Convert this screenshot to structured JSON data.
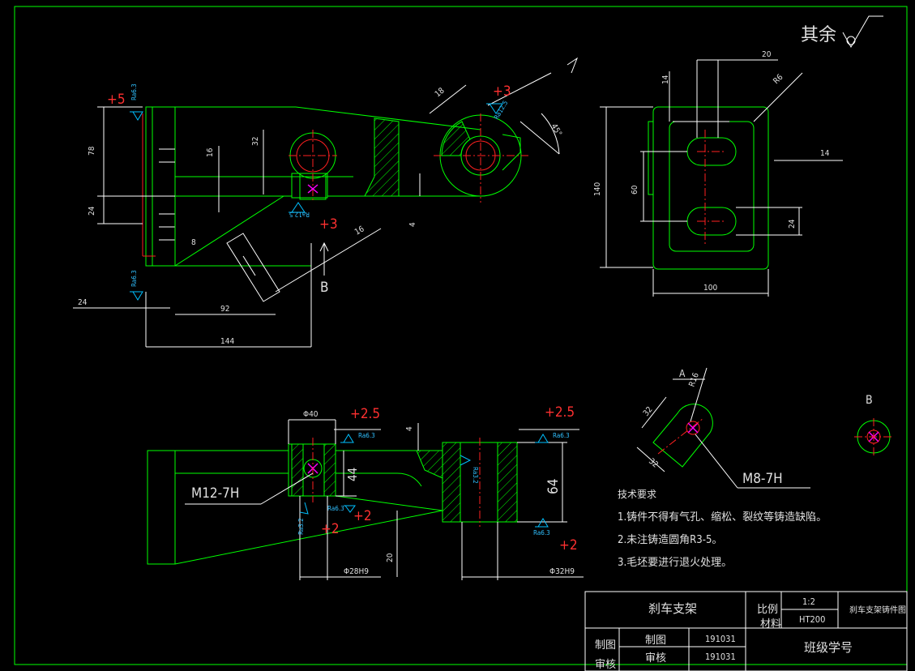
{
  "surface_finish": {
    "label": "其余",
    "symbol": "machining-symbol"
  },
  "colors": {
    "outline": "#00ff00",
    "dimension": "#ffffff",
    "centerline": "#ff2020",
    "roughness": "#00c0ff",
    "tolerance": "#ff3030",
    "background": "#000000"
  },
  "main_view": {
    "dims": {
      "d78": "78",
      "d24": "24",
      "d16": "16",
      "d32": "32",
      "d18": "18",
      "d8": "8",
      "d4": "4",
      "d16b": "16",
      "d24b": "24",
      "d92": "92",
      "d144": "144"
    },
    "tolerances": {
      "t1": "+5",
      "t2": "+3",
      "t3": "+3"
    },
    "roughness": {
      "r1": "Ra6.3",
      "r2": "Ra12.5",
      "r3": "Ra12.5",
      "r4": "Ra6.3"
    },
    "angle": "45°",
    "view_label": "B"
  },
  "top_view": {
    "dims": {
      "d20": "20",
      "d14a": "14",
      "r6": "R6",
      "d14b": "14",
      "d140": "140",
      "d60": "60",
      "d24": "24",
      "d100": "100"
    }
  },
  "section_view": {
    "dims": {
      "phi40": "Φ40",
      "d4": "4",
      "d44": "44",
      "d64": "64",
      "d20": "20",
      "phi28": "Φ28H9",
      "phi32": "Φ32H9"
    },
    "thread_left": "M12-7H",
    "tolerances": {
      "t1": "+2.5",
      "t2": "+2.5",
      "t3": "+2",
      "t4": "+2",
      "t5": "+2"
    },
    "roughness": {
      "r1": "Ra6.3",
      "r2": "Ra6.3",
      "r3": "Ra3.2",
      "r4": "Ra3.2",
      "r5": "Ra6.3",
      "r6": "Ra6.3"
    }
  },
  "detail_a": {
    "label": "A",
    "r16": "R16",
    "d32a": "32",
    "d32b": "32",
    "thread": "M8-7H"
  },
  "detail_b": {
    "label": "B"
  },
  "notes": {
    "title": "技术要求",
    "items": [
      "1.铸件不得有气孔、缩松、裂纹等铸造缺陷。",
      "2.未注铸造圆角R3-5。",
      "3.毛坯要进行退火处理。"
    ]
  },
  "title_block": {
    "part_name": "刹车支架",
    "scale_label": "比例",
    "scale_value": "1:2",
    "material_label": "材料",
    "material_value": "HT200",
    "drawing_name": "刹车支架铸件图",
    "drawn_label": "制图",
    "drawn_by": "制图",
    "drawn_date": "191031",
    "checked_label": "审核",
    "checked_by": "审核",
    "checked_date": "191031",
    "class_id": "班级学号"
  }
}
